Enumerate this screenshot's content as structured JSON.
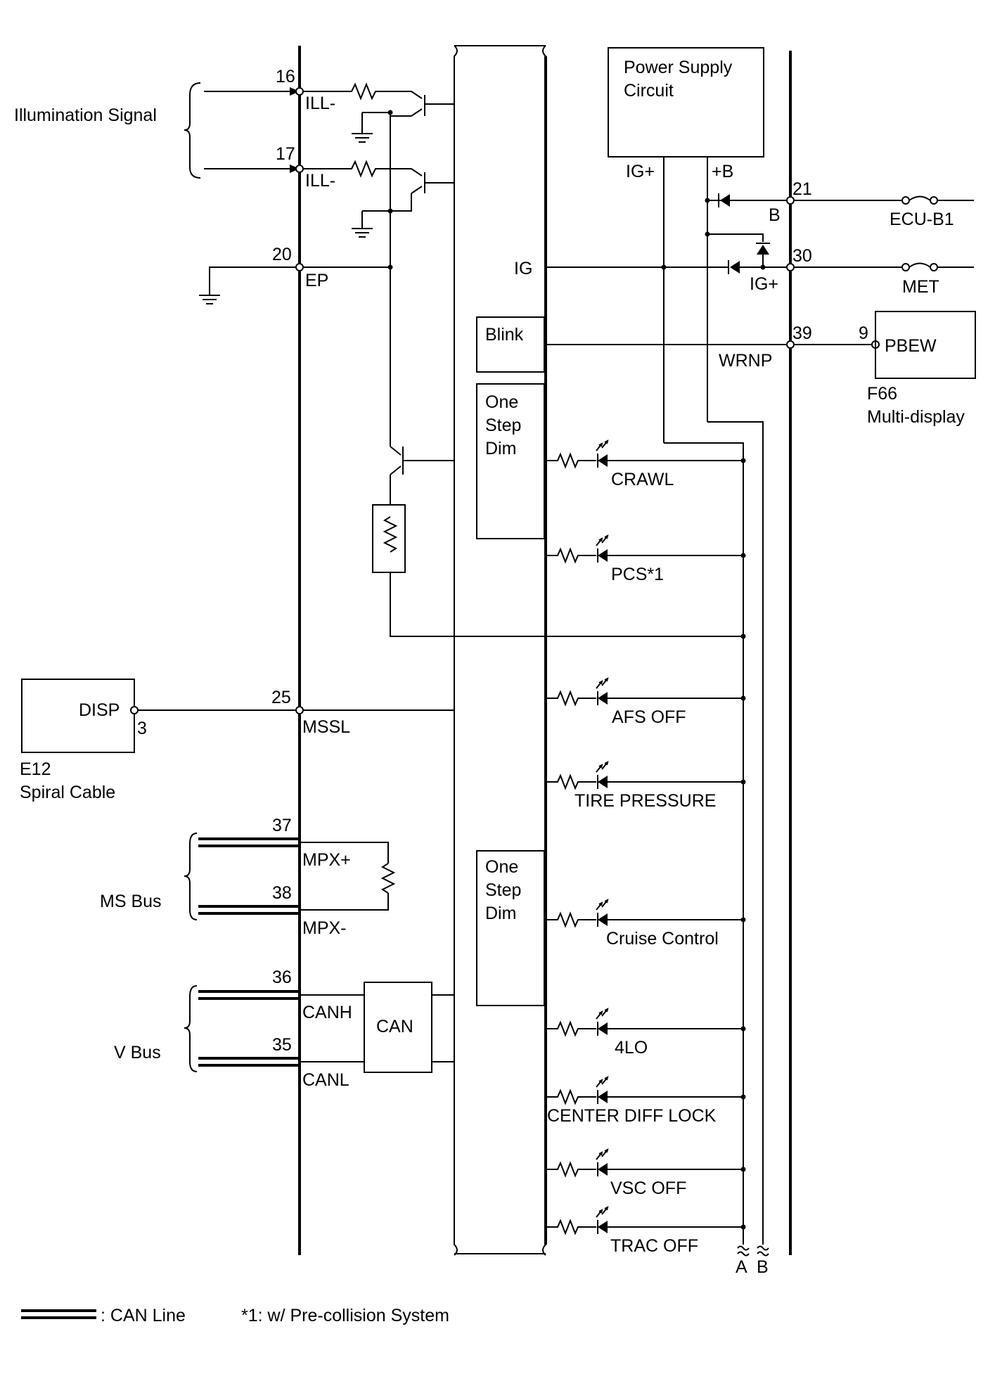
{
  "pins": {
    "p16": "16",
    "p17": "17",
    "p20": "20",
    "p25": "25",
    "p37": "37",
    "p38": "38",
    "p36": "36",
    "p35": "35",
    "p21": "21",
    "p30": "30",
    "p39": "39",
    "p9": "9",
    "p3": "3"
  },
  "terminals": {
    "ill_minus_1": "ILL-",
    "ill_minus_2": "ILL-",
    "ep": "EP",
    "mssl": "MSSL",
    "mpx_plus": "MPX+",
    "mpx_minus": "MPX-",
    "canh": "CANH",
    "canl": "CANL",
    "ig": "IG",
    "ig_plus_top": "IG+",
    "plus_b": "+B",
    "b_label": "B",
    "ig_plus_right": "IG+",
    "wrnp": "WRNP"
  },
  "groups": {
    "illumination": "Illumination Signal",
    "ms_bus": "MS Bus",
    "v_bus": "V Bus"
  },
  "blocks": {
    "power_supply_line1": "Power Supply",
    "power_supply_line2": "Circuit",
    "blink": "Blink",
    "one_step_dim_1": [
      "One",
      "Step",
      "Dim"
    ],
    "one_step_dim_2": [
      "One",
      "Step",
      "Dim"
    ],
    "can": "CAN"
  },
  "external": {
    "disp": "DISP",
    "e12": "E12",
    "spiral_cable": "Spiral Cable",
    "pbew": "PBEW",
    "f66": "F66",
    "multi_display": "Multi-display",
    "ecu_b1": "ECU-B1",
    "met": "MET"
  },
  "indicators": [
    "CRAWL",
    "PCS*1",
    "AFS OFF",
    "TIRE PRESSURE",
    "Cruise Control",
    "4LO",
    "CENTER DIFF LOCK",
    "VSC OFF",
    "TRAC OFF"
  ],
  "bus_labels": {
    "a": "A",
    "b": "B"
  },
  "legend": {
    "can_line": ": CAN Line",
    "note": "*1: w/ Pre-collision System"
  }
}
